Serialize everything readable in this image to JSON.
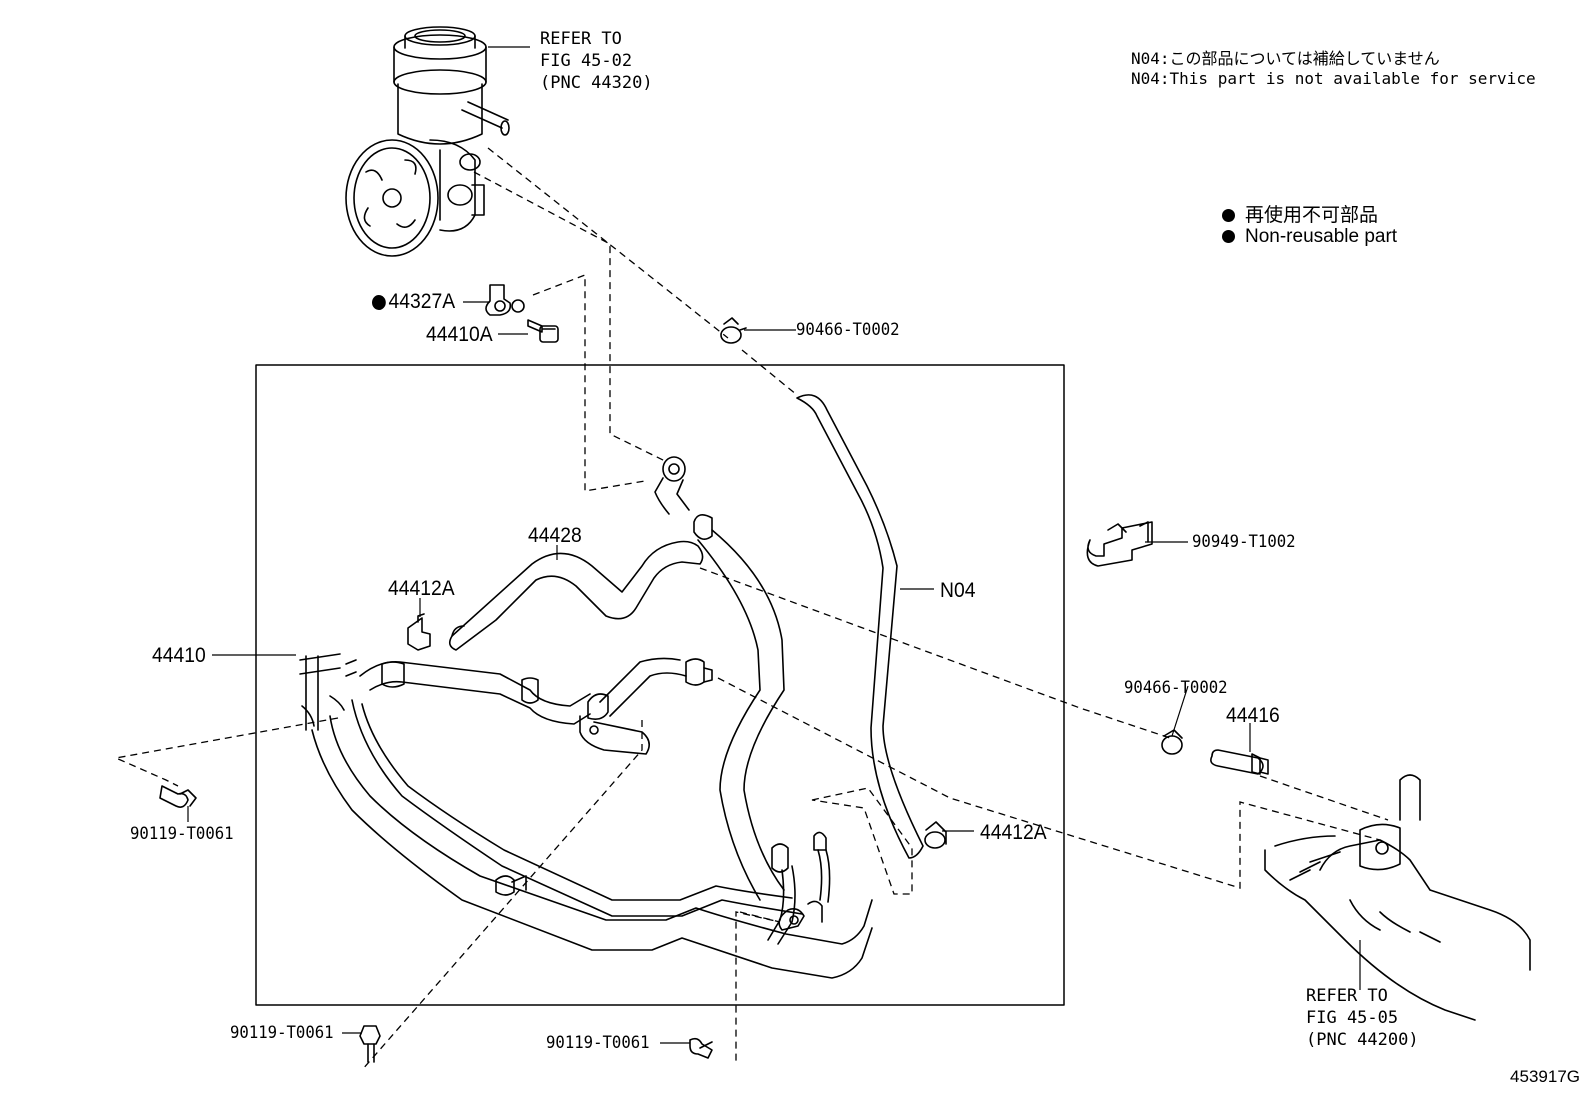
{
  "notes": {
    "n04_jp": "N04:この部品については補給していません",
    "n04_en": "N04:This part is not available for service"
  },
  "legend": {
    "jp": "再使用不可部品",
    "en": "Non-reusable part"
  },
  "refs": {
    "pump": [
      "REFER TO",
      "FIG 45-02",
      "(PNC 44320)"
    ],
    "gear": [
      "REFER TO",
      "FIG 45-05",
      "(PNC 44200)"
    ]
  },
  "labels": {
    "p44327A": "44327A",
    "p44410A": "44410A",
    "p90466_top": "90466-T0002",
    "p90949": "90949-T1002",
    "pN04": "N04",
    "p44428": "44428",
    "p44412A_left": "44412A",
    "p44410": "44410",
    "p90466_right": "90466-T0002",
    "p44416": "44416",
    "p44412A_right": "44412A",
    "p90119_left": "90119-T0061",
    "p90119_bottom_left": "90119-T0061",
    "p90119_bottom_mid": "90119-T0061"
  },
  "figure_number": "453917G"
}
